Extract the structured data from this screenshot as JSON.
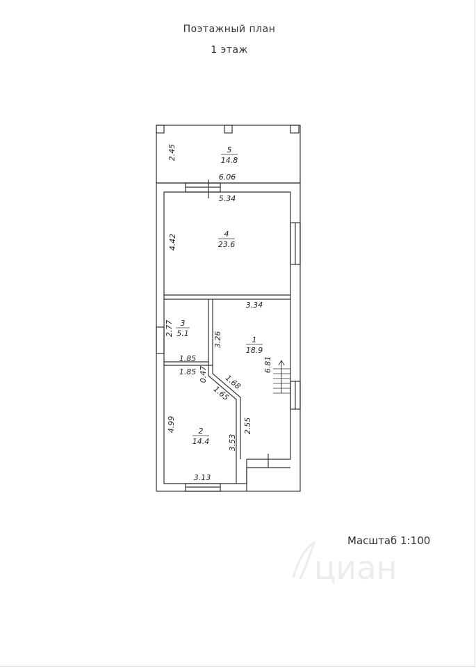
{
  "title": "Поэтажный план",
  "subtitle": "1 этаж",
  "scale_label": "Масштаб 1:100",
  "watermark": "циан",
  "rooms": [
    {
      "number": "5",
      "area": "14.8"
    },
    {
      "number": "4",
      "area": "23.6"
    },
    {
      "number": "3",
      "area": "5.1"
    },
    {
      "number": "1",
      "area": "18.9"
    },
    {
      "number": "2",
      "area": "14.4"
    }
  ],
  "dimensions": {
    "d_2_45": "2.45",
    "d_6_06": "6.06",
    "d_5_34": "5.34",
    "d_4_42": "4.42",
    "d_3_34": "3.34",
    "d_2_77": "2.77",
    "d_3_26": "3.26",
    "d_6_81": "6.81",
    "d_1_85a": "1.85",
    "d_1_85b": "1.85",
    "d_0_47": "0.47",
    "d_1_68": "1.68",
    "d_1_65": "1.65",
    "d_4_99": "4.99",
    "d_3_53": "3.53",
    "d_2_55": "2.55",
    "d_3_13": "3.13"
  }
}
